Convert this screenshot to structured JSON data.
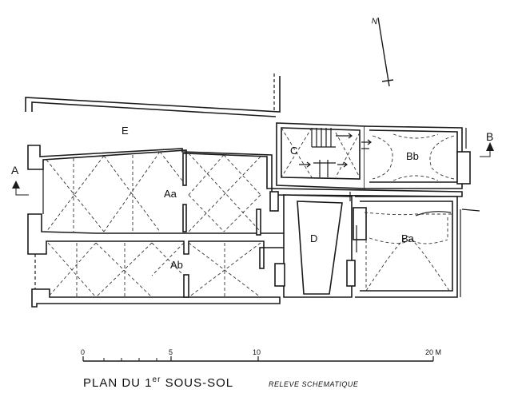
{
  "plan": {
    "title_main": "PLAN DU 1",
    "title_sup": "er",
    "title_rest": " SOUS-SOL",
    "title_sub": "RELEVE SCHEMATIQUE",
    "north_label": "N",
    "section_a": "A",
    "section_b": "B",
    "rooms": {
      "e": "E",
      "aa": "Aa",
      "ab": "Ab",
      "c": "C",
      "d": "D",
      "bb": "Bb",
      "ba": "Ba"
    },
    "scale": {
      "t0": "0",
      "t5": "5",
      "t10": "10",
      "t20": "20 M"
    }
  }
}
